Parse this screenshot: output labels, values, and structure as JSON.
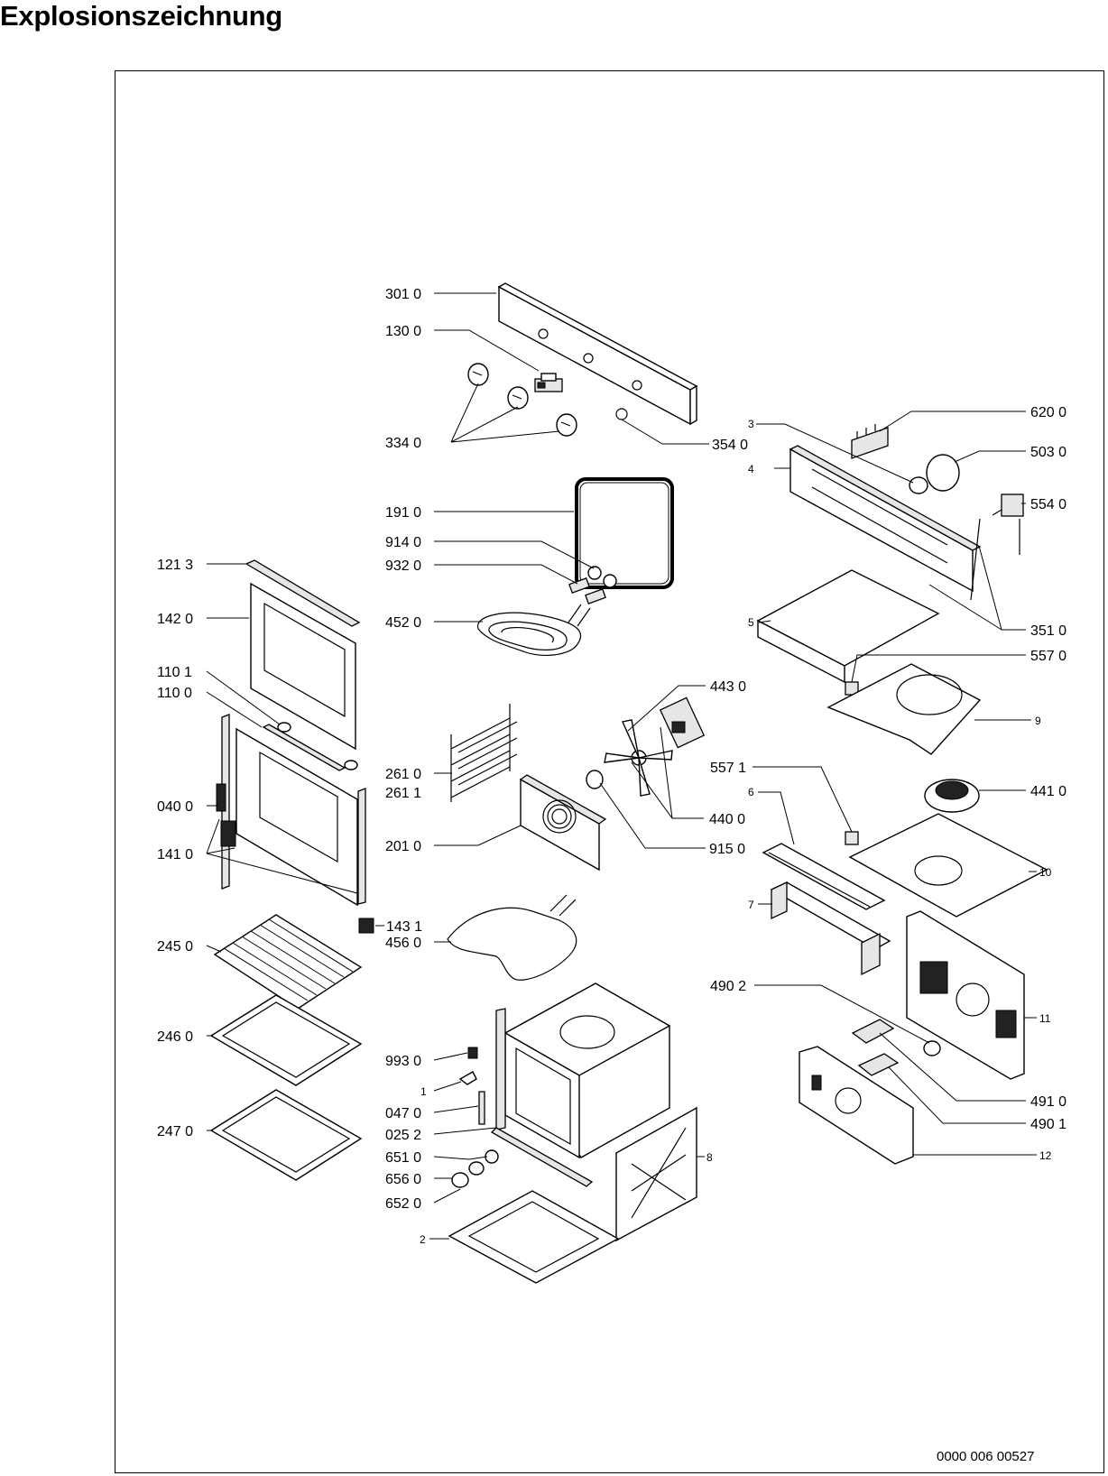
{
  "title": "Explosionszeichnung",
  "document_code": "0000 006 00527",
  "labels": [
    {
      "id": "p301-0",
      "text": "301 0"
    },
    {
      "id": "p130-0",
      "text": "130 0"
    },
    {
      "id": "p334-0",
      "text": "334 0"
    },
    {
      "id": "p354-0",
      "text": "354 0"
    },
    {
      "id": "p191-0",
      "text": "191 0"
    },
    {
      "id": "p914-0",
      "text": "914 0"
    },
    {
      "id": "p932-0",
      "text": "932 0"
    },
    {
      "id": "p452-0",
      "text": "452 0"
    },
    {
      "id": "p121-3",
      "text": "121 3"
    },
    {
      "id": "p142-0",
      "text": "142 0"
    },
    {
      "id": "p110-1",
      "text": "110 1"
    },
    {
      "id": "p110-0",
      "text": "110 0"
    },
    {
      "id": "p040-0",
      "text": "040 0"
    },
    {
      "id": "p141-0",
      "text": "141 0"
    },
    {
      "id": "p261-0",
      "text": "261 0"
    },
    {
      "id": "p261-1",
      "text": "261 1"
    },
    {
      "id": "p201-0",
      "text": "201 0"
    },
    {
      "id": "p143-1",
      "text": "143 1"
    },
    {
      "id": "p245-0",
      "text": "245 0"
    },
    {
      "id": "p456-0",
      "text": "456 0"
    },
    {
      "id": "p246-0",
      "text": "246 0"
    },
    {
      "id": "p247-0",
      "text": "247 0"
    },
    {
      "id": "p993-0",
      "text": "993 0"
    },
    {
      "id": "n1",
      "text": "1"
    },
    {
      "id": "p047-0",
      "text": "047 0"
    },
    {
      "id": "p025-2",
      "text": "025 2"
    },
    {
      "id": "p651-0",
      "text": "651 0"
    },
    {
      "id": "p656-0",
      "text": "656 0"
    },
    {
      "id": "p652-0",
      "text": "652 0"
    },
    {
      "id": "n2",
      "text": "2"
    },
    {
      "id": "p443-0",
      "text": "443 0"
    },
    {
      "id": "p440-0",
      "text": "440 0"
    },
    {
      "id": "p915-0",
      "text": "915 0"
    },
    {
      "id": "n3",
      "text": "3"
    },
    {
      "id": "n4",
      "text": "4"
    },
    {
      "id": "p620-0",
      "text": "620 0"
    },
    {
      "id": "p503-0",
      "text": "503 0"
    },
    {
      "id": "p554-0",
      "text": "554 0"
    },
    {
      "id": "n5",
      "text": "5"
    },
    {
      "id": "p351-0",
      "text": "351 0"
    },
    {
      "id": "p557-0",
      "text": "557 0"
    },
    {
      "id": "n9",
      "text": "9"
    },
    {
      "id": "p557-1",
      "text": "557 1"
    },
    {
      "id": "p441-0",
      "text": "441 0"
    },
    {
      "id": "n6",
      "text": "6"
    },
    {
      "id": "n10",
      "text": "10"
    },
    {
      "id": "n7",
      "text": "7"
    },
    {
      "id": "p490-2",
      "text": "490 2"
    },
    {
      "id": "n11",
      "text": "11"
    },
    {
      "id": "p491-0",
      "text": "491 0"
    },
    {
      "id": "p490-1",
      "text": "490 1"
    },
    {
      "id": "n8",
      "text": "8"
    },
    {
      "id": "n12",
      "text": "12"
    }
  ]
}
